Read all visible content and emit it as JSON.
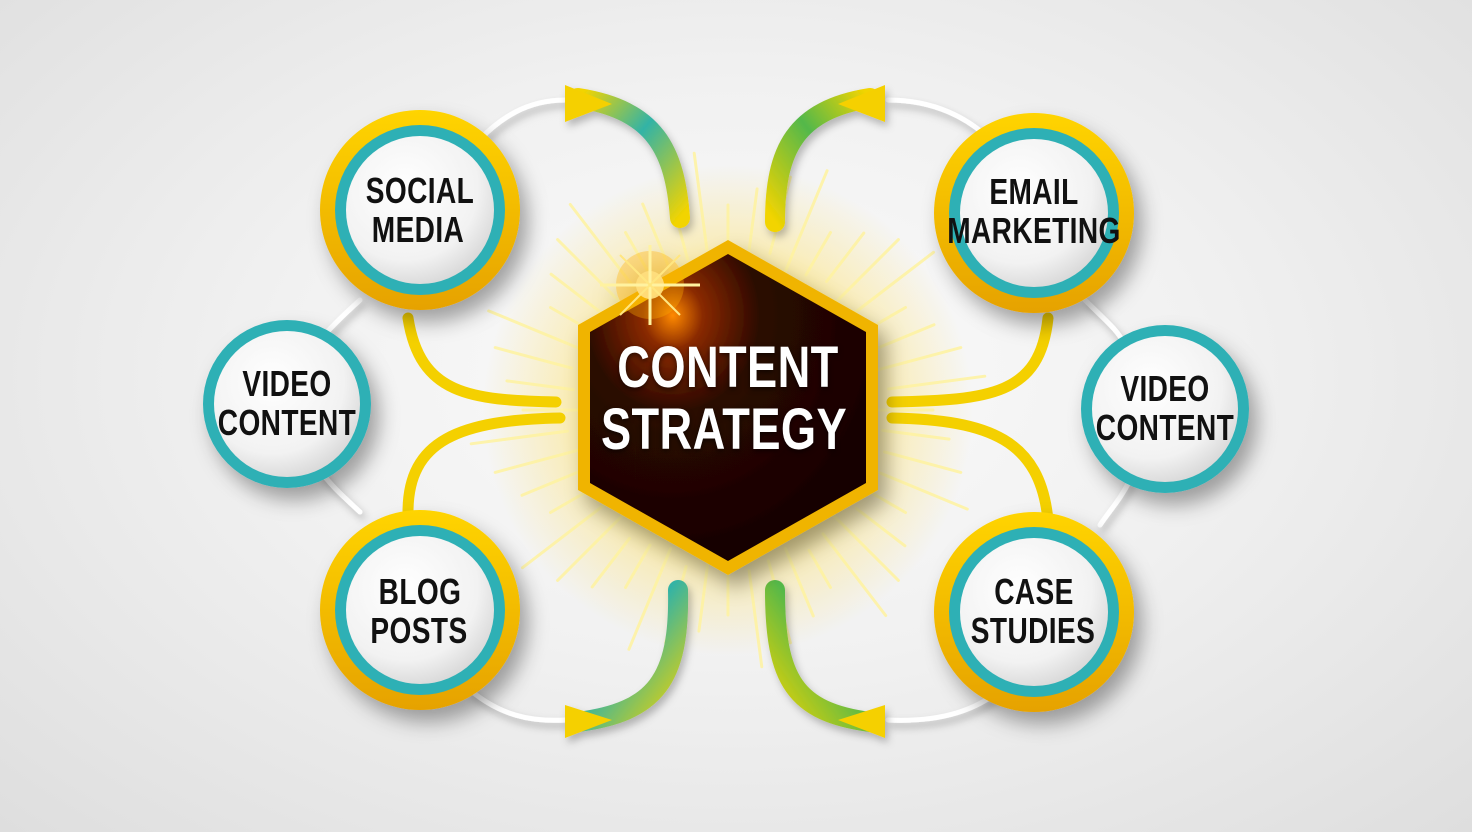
{
  "colors": {
    "background": "#ececec",
    "gold": "#f5c400",
    "gold_dark": "#d99a00",
    "teal": "#2fb0b5",
    "node_face": "#f4f4f4",
    "hub_dark": "#1d0600",
    "hub_glow": "#ffd21f",
    "label_text": "#111111",
    "hub_text": "#ffffff"
  },
  "hub": {
    "shape": "hexagon",
    "lines": [
      "CONTENT",
      "STRATEGY"
    ]
  },
  "nodes": [
    {
      "id": "social-media",
      "lines": [
        "SOCIAL",
        "MEDIA"
      ],
      "ring": "gold-teal"
    },
    {
      "id": "video-content-left",
      "lines": [
        "VIDEO",
        "CONTENT"
      ],
      "ring": "teal"
    },
    {
      "id": "blog-posts",
      "lines": [
        "BLOG",
        "POSTS"
      ],
      "ring": "gold-teal"
    },
    {
      "id": "email-marketing",
      "lines": [
        "EMAIL",
        "MARKETING"
      ],
      "ring": "gold-teal"
    },
    {
      "id": "video-content-right",
      "lines": [
        "VIDEO",
        "CONTENT"
      ],
      "ring": "teal"
    },
    {
      "id": "case-studies",
      "lines": [
        "CASE",
        "STUDIES"
      ],
      "ring": "gold-teal"
    }
  ],
  "icons": {
    "connector": "curved-arrow-connector",
    "link": "white-cable-link"
  }
}
